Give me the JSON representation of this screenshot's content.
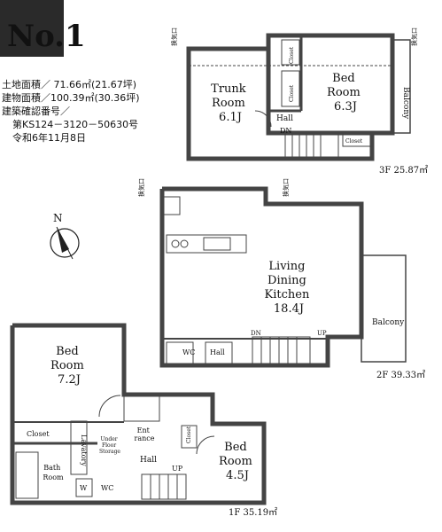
{
  "badge": {
    "label": "No.1"
  },
  "info": {
    "land_area": "土地面積／ 71.66㎡(21.67坪)",
    "building_area": "建物面積／100.39㎡(30.36坪)",
    "permit_label": "建築確認番号／",
    "permit_number": "第KS124－3120－50630号",
    "permit_date": "令和6年11月8日"
  },
  "floor3": {
    "trunk_room": "Trunk\nRoom\n6.1J",
    "bed_room": "Bed\nRoom\n6.3J",
    "closet_top": "Closet",
    "closet_mid": "Closet",
    "closet_small": "Closet",
    "hall": "Hall",
    "dn": "DN",
    "balcony": "Balcony",
    "area": "3F 25.87㎡"
  },
  "floor2": {
    "ldk": "Living\nDining\nKitchen\n18.4J",
    "wc": "WC",
    "hall": "Hall",
    "dn": "DN",
    "up": "UP",
    "balcony": "Balcony",
    "area": "2F 39.33㎡"
  },
  "floor1": {
    "bed_room_a": "Bed\nRoom\n7.2J",
    "bed_room_b": "Bed\nRoom\n4.5J",
    "closet_a": "Closet",
    "closet_b": "Closet",
    "bath_room": "Bath\nRoom",
    "lavatory": "Lavatory",
    "w": "W",
    "wc": "WC",
    "under_floor": "Under\nFloor\nStorage",
    "entrance": "Ent\nrance",
    "hall": "Hall",
    "up": "UP",
    "area": "1F 35.19㎡"
  },
  "north": "N",
  "vent_label": "换気口"
}
